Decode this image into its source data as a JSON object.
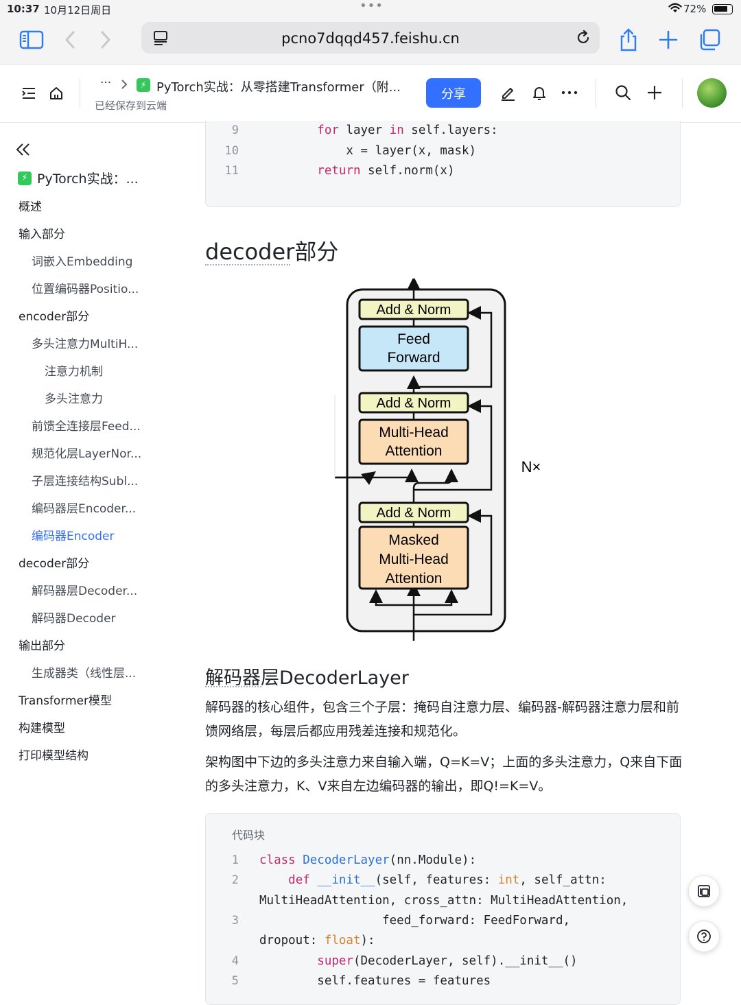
{
  "status_bar": {
    "time": "10:37",
    "date": "10月12日周日",
    "battery": "72%"
  },
  "browser": {
    "url": "pcno7dqqd457.feishu.cn"
  },
  "header": {
    "breadcrumb_ellipsis": "···",
    "doc_title": "PyTorch实战：从零搭建Transformer（附...",
    "save_status": "已经保存到云端",
    "share_label": "分享"
  },
  "sidebar": {
    "root": "PyTorch实战：...",
    "items": [
      {
        "label": "概述",
        "level": 1
      },
      {
        "label": "输入部分",
        "level": 1
      },
      {
        "label": "词嵌入Embedding",
        "level": 2
      },
      {
        "label": "位置编码器Positio...",
        "level": 2
      },
      {
        "label": "encoder部分",
        "level": 1
      },
      {
        "label": "多头注意力MultiH...",
        "level": 2
      },
      {
        "label": "注意力机制",
        "level": 3
      },
      {
        "label": "多头注意力",
        "level": 3
      },
      {
        "label": "前馈全连接层Feed...",
        "level": 2
      },
      {
        "label": "规范化层LayerNor...",
        "level": 2
      },
      {
        "label": "子层连接结构Subl...",
        "level": 2
      },
      {
        "label": "编码器层Encoder...",
        "level": 2
      },
      {
        "label": "编码器Encoder",
        "level": 2,
        "active": true
      },
      {
        "label": "decoder部分",
        "level": 1
      },
      {
        "label": "解码器层Decoder...",
        "level": 2
      },
      {
        "label": "解码器Decoder",
        "level": 2
      },
      {
        "label": "输出部分",
        "level": 1
      },
      {
        "label": "生成器类（线性层...",
        "level": 2
      },
      {
        "label": "Transformer模型",
        "level": 1
      },
      {
        "label": "构建模型",
        "level": 1
      },
      {
        "label": "打印模型结构",
        "level": 1
      }
    ]
  },
  "code_top": {
    "lines": [
      {
        "n": "9",
        "parts": [
          {
            "t": "        ",
            "c": ""
          },
          {
            "t": "for",
            "c": "kw"
          },
          {
            "t": " layer ",
            "c": ""
          },
          {
            "t": "in",
            "c": "kw"
          },
          {
            "t": " self.layers:",
            "c": ""
          }
        ]
      },
      {
        "n": "10",
        "parts": [
          {
            "t": "            x = layer(x, mask)",
            "c": ""
          }
        ]
      },
      {
        "n": "11",
        "parts": [
          {
            "t": "        ",
            "c": ""
          },
          {
            "t": "return",
            "c": "kw"
          },
          {
            "t": " self.norm(x)",
            "c": ""
          }
        ]
      }
    ]
  },
  "section_heading": "decoder部分",
  "diagram": {
    "add_norm": "Add & Norm",
    "feed_forward_1": "Feed",
    "feed_forward_2": "Forward",
    "mha_1": "Multi-Head",
    "mha_2": "Attention",
    "masked_1": "Masked",
    "masked_2": "Multi-Head",
    "masked_3": "Attention",
    "nx": "N×",
    "colors": {
      "add_norm": "#f2f4c3",
      "ffn": "#c6e7f7",
      "attention": "#fcdcb4",
      "stack": "#f2f2f2"
    }
  },
  "subheading": "解码器层DecoderLayer",
  "para1": "解码器的核心组件，包含三个子层：掩码自注意力层、编码器-解码器注意力层和前馈网络层，每层后都应用残差连接和规范化。",
  "para2": "架构图中下边的多头注意力来自输入端，Q=K=V；上面的多头注意力，Q来自下面的多头注意力，K、V来自左边编码器的输出，即Q!=K=V。",
  "code_block": {
    "label": "代码块",
    "lines": [
      {
        "n": "1",
        "parts": [
          {
            "t": "class",
            "c": "kw"
          },
          {
            "t": " ",
            "c": ""
          },
          {
            "t": "DecoderLayer",
            "c": "fn"
          },
          {
            "t": "(nn.Module):",
            "c": ""
          }
        ]
      },
      {
        "n": "2",
        "parts": [
          {
            "t": "    ",
            "c": ""
          },
          {
            "t": "def",
            "c": "kw"
          },
          {
            "t": " ",
            "c": ""
          },
          {
            "t": "__init__",
            "c": "fn"
          },
          {
            "t": "(self, features: ",
            "c": ""
          },
          {
            "t": "int",
            "c": "bi"
          },
          {
            "t": ", self_attn:",
            "c": ""
          }
        ]
      },
      {
        "n": "",
        "parts": [
          {
            "t": "MultiHeadAttention, cross_attn: MultiHeadAttention,",
            "c": ""
          }
        ]
      },
      {
        "n": "3",
        "parts": [
          {
            "t": "                 feed_forward: FeedForward,",
            "c": ""
          }
        ]
      },
      {
        "n": "",
        "parts": [
          {
            "t": "dropout: ",
            "c": ""
          },
          {
            "t": "float",
            "c": "bi"
          },
          {
            "t": "):",
            "c": ""
          }
        ]
      },
      {
        "n": "4",
        "parts": [
          {
            "t": "        ",
            "c": ""
          },
          {
            "t": "super",
            "c": "kw"
          },
          {
            "t": "(DecoderLayer, self).__init__()",
            "c": ""
          }
        ]
      },
      {
        "n": "5",
        "parts": [
          {
            "t": "        self.features = features",
            "c": ""
          }
        ]
      }
    ]
  }
}
